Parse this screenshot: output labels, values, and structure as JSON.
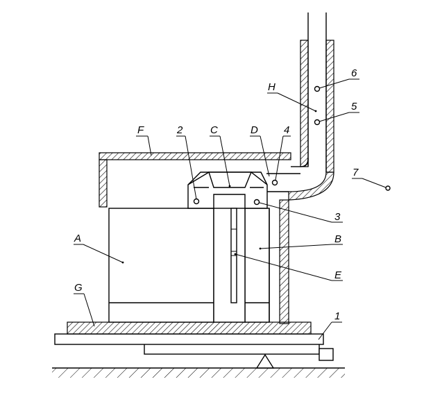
{
  "labels": {
    "A": "A",
    "B": "B",
    "C": "C",
    "D": "D",
    "E": "E",
    "F": "F",
    "G": "G",
    "H": "H",
    "n1": "1",
    "n2": "2",
    "n3": "3",
    "n4": "4",
    "n5": "5",
    "n6": "6",
    "n7": "7"
  }
}
